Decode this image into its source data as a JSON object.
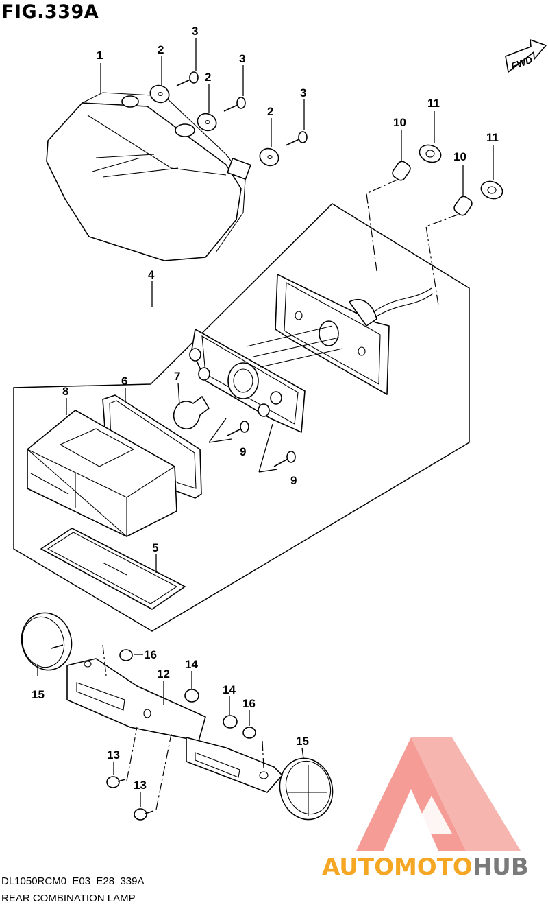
{
  "figure": {
    "title": "FIG.339A",
    "diagram_code": "DL1050RCM0_E03_E28_339A",
    "diagram_name": "REAR COMBINATION LAMP",
    "direction_marker": "FWD"
  },
  "watermark": {
    "text_orange": "AUTOMOTO",
    "text_gray": "HUB",
    "colors": {
      "logo": "#f28b82",
      "orange": "#f5a623",
      "gray": "#7a7a7a"
    }
  },
  "callouts": [
    {
      "id": "c1",
      "number": "1"
    },
    {
      "id": "c2a",
      "number": "2"
    },
    {
      "id": "c2b",
      "number": "2"
    },
    {
      "id": "c2c",
      "number": "2"
    },
    {
      "id": "c3a",
      "number": "3"
    },
    {
      "id": "c3b",
      "number": "3"
    },
    {
      "id": "c3c",
      "number": "3"
    },
    {
      "id": "c4",
      "number": "4"
    },
    {
      "id": "c5",
      "number": "5"
    },
    {
      "id": "c6",
      "number": "6"
    },
    {
      "id": "c7",
      "number": "7"
    },
    {
      "id": "c8",
      "number": "8"
    },
    {
      "id": "c9a",
      "number": "9"
    },
    {
      "id": "c9b",
      "number": "9"
    },
    {
      "id": "c10a",
      "number": "10"
    },
    {
      "id": "c10b",
      "number": "10"
    },
    {
      "id": "c11a",
      "number": "11"
    },
    {
      "id": "c11b",
      "number": "11"
    },
    {
      "id": "c12",
      "number": "12"
    },
    {
      "id": "c13a",
      "number": "13"
    },
    {
      "id": "c13b",
      "number": "13"
    },
    {
      "id": "c14a",
      "number": "14"
    },
    {
      "id": "c14b",
      "number": "14"
    },
    {
      "id": "c15a",
      "number": "15"
    },
    {
      "id": "c15b",
      "number": "15"
    },
    {
      "id": "c16a",
      "number": "16"
    },
    {
      "id": "c16b",
      "number": "16"
    }
  ]
}
